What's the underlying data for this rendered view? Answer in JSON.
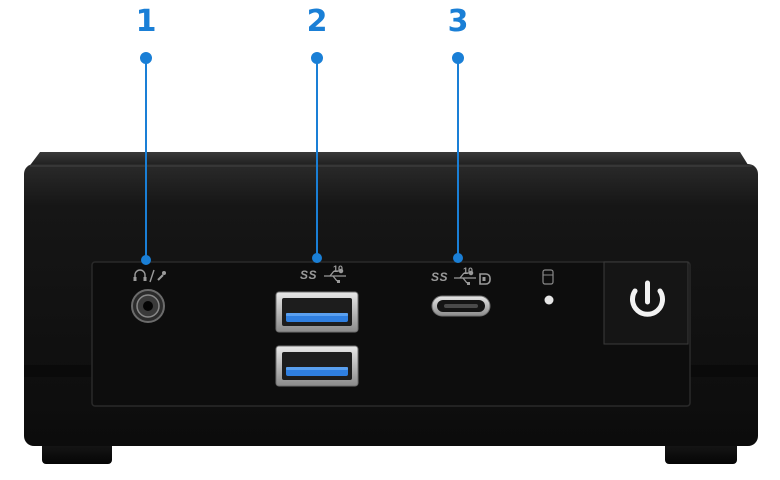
{
  "callouts": [
    {
      "number": "1",
      "port": "audio-combo-jack",
      "icon": "headphone-mic-icon"
    },
    {
      "number": "2",
      "port": "usb-a-ports",
      "icon": "usb-superspeed-10-icon"
    },
    {
      "number": "3",
      "port": "usb-c-port",
      "icon": "usb-superspeed-10-displayport-icon"
    }
  ],
  "port_labels": {
    "ss_text": "SS",
    "speed_text": "10"
  },
  "colors": {
    "callout": "#1a7fd6",
    "chassis": "#141414",
    "panel": "#0d0d0d",
    "usb_blue": "#2f7fe0",
    "label_gray": "#9a9a9a"
  }
}
